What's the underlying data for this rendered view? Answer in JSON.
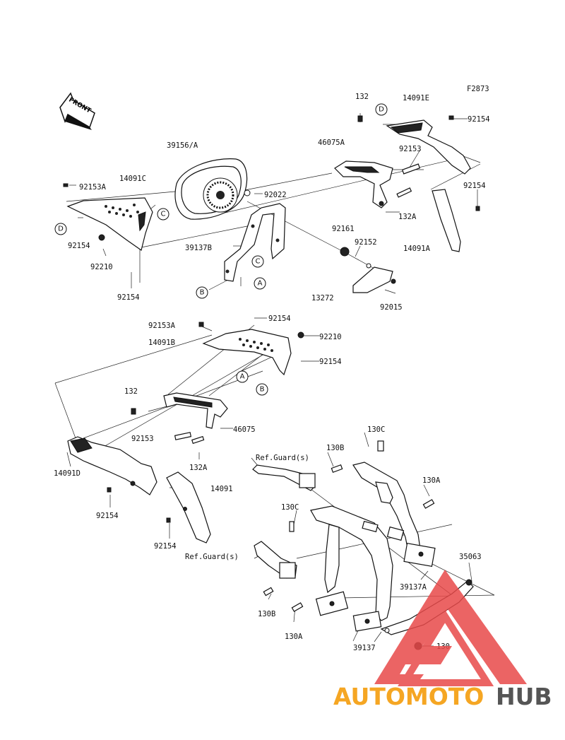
{
  "diagram": {
    "figure_code": "F2873",
    "front_label": "FRONT",
    "watermark": {
      "part1": "AUTOMOTO",
      "part2": "HUB",
      "color1": "#f5a623",
      "color2": "#555555",
      "logo_color": "#e84a4a"
    },
    "part_labels": [
      "132",
      "14091E",
      "92154",
      "46075A",
      "92153",
      "39156/A",
      "92153A",
      "14091C",
      "92022",
      "92154",
      "132A",
      "D",
      "92154",
      "92210",
      "39137B",
      "92161",
      "92152",
      "14091A",
      "92154",
      "13272",
      "92015",
      "92153A",
      "92154",
      "14091B",
      "92210",
      "92154",
      "132",
      "92153",
      "46075",
      "132A",
      "14091D",
      "92154",
      "14091",
      "92154",
      "130C",
      "Ref.Guard(s)",
      "130B",
      "130A",
      "130C",
      "Ref.Guard(s)",
      "35063",
      "39137A",
      "130B",
      "130A",
      "39137",
      "130"
    ],
    "callouts": [
      "D",
      "C",
      "C",
      "B",
      "A",
      "D",
      "A",
      "B"
    ]
  }
}
